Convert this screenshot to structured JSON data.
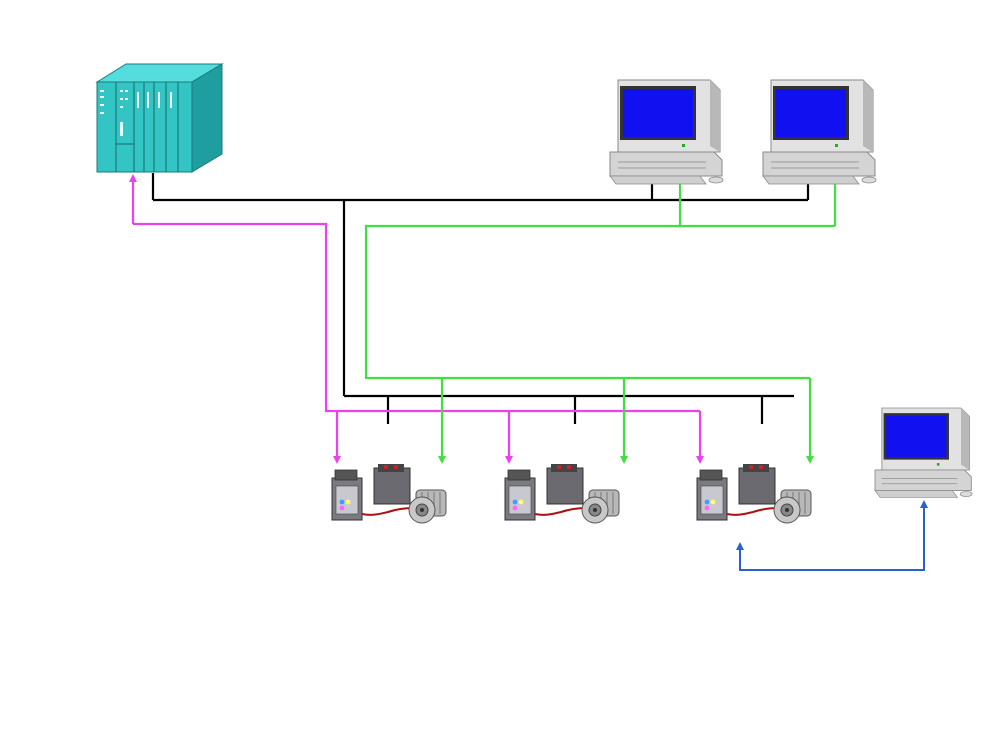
{
  "diagram": {
    "background": "#ffffff",
    "colors": {
      "bus": "#000000",
      "plc_link": "#ee40ee",
      "hmi_link": "#40e040",
      "service_link": "#2a5fd8",
      "plc_body": "#33c4c4",
      "screen": "#1010f0",
      "pc_case": "#d8d8d8"
    },
    "nodes": [
      {
        "id": "plc",
        "icon": "plc-rack-icon"
      },
      {
        "id": "pc-1",
        "icon": "workstation-icon"
      },
      {
        "id": "pc-2",
        "icon": "workstation-icon"
      },
      {
        "id": "drive-1",
        "icon": "motor-starter-icon"
      },
      {
        "id": "drive-2",
        "icon": "motor-starter-icon"
      },
      {
        "id": "drive-3",
        "icon": "motor-starter-icon"
      },
      {
        "id": "service-pc",
        "icon": "workstation-icon"
      }
    ],
    "links": [
      {
        "from": "plc",
        "to": "pc-1",
        "kind": "bus"
      },
      {
        "from": "plc",
        "to": "pc-2",
        "kind": "bus"
      },
      {
        "from": "plc",
        "to": "drive-1",
        "kind": "bus"
      },
      {
        "from": "plc",
        "to": "drive-2",
        "kind": "bus"
      },
      {
        "from": "plc",
        "to": "drive-3",
        "kind": "bus"
      },
      {
        "from": "plc",
        "to": "drive-1",
        "kind": "plc_link"
      },
      {
        "from": "plc",
        "to": "drive-2",
        "kind": "plc_link"
      },
      {
        "from": "plc",
        "to": "drive-3",
        "kind": "plc_link"
      },
      {
        "from": "pc-1",
        "to": "drive-1",
        "kind": "hmi_link"
      },
      {
        "from": "pc-1",
        "to": "drive-2",
        "kind": "hmi_link"
      },
      {
        "from": "pc-2",
        "to": "drive-3",
        "kind": "hmi_link"
      },
      {
        "from": "service-pc",
        "to": "drive-3",
        "kind": "service_link"
      }
    ]
  }
}
